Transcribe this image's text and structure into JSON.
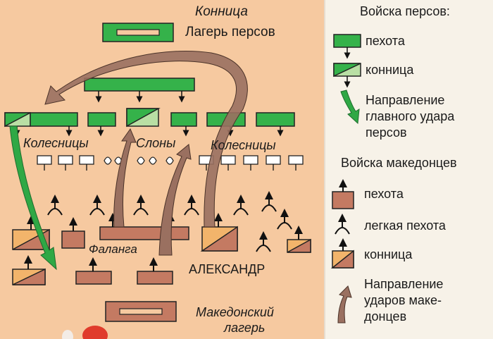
{
  "map": {
    "labels": {
      "persian_cavalry": "Конница",
      "persian_camp": "Лагерь персов",
      "chariots_left": "Колесницы",
      "elephants": "Слоны",
      "chariots_right": "Колесницы",
      "phalanx": "Фаланга",
      "alexander": "АЛЕКСАНДР",
      "macedonian_camp_line1": "Македонский",
      "macedonian_camp_line2": "лагерь"
    }
  },
  "legend": {
    "persian_title": "Войска персов:",
    "persian_infantry": "пехота",
    "persian_cavalry": "конница",
    "persian_attack_line1": "Направление",
    "persian_attack_line2": "главного удара",
    "persian_attack_line3": "персов",
    "macedonian_title": "Войска македонцев",
    "mac_infantry": "пехота",
    "mac_light_infantry": "легкая пехота",
    "mac_cavalry": "конница",
    "mac_attack_line1": "Направление",
    "mac_attack_line2": "ударов маке-",
    "mac_attack_line3": "донцев"
  },
  "colors": {
    "map_background": "#f6c9a0",
    "legend_background": "#f7f2e8",
    "persian_green": "#35b24a",
    "persian_light_green": "#b9dfa4",
    "macedonian_brown": "#c47a62",
    "macedonian_light": "#f2b46b",
    "arrow_green": "#2fa845",
    "arrow_brown": "#9a7060"
  }
}
